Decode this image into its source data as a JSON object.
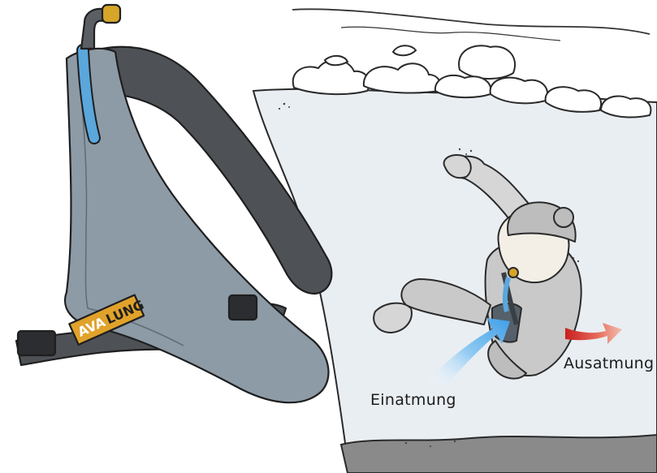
{
  "brand": {
    "text_left": "AVA",
    "text_right": "LUNG"
  },
  "labels": {
    "inhale": "Einatmung",
    "exhale": "Ausatmung"
  },
  "colors": {
    "snow": "#e9eef3",
    "harness_body": "#8d9ba6",
    "harness_strap": "#4e5256",
    "hose_blue": "#5aa7dc",
    "mouthpiece_brass": "#d6a52a",
    "inhale_arrow": "#5cb4ef",
    "exhale_arrow": "#d9342a",
    "brand_tag": "#e0a22a"
  }
}
